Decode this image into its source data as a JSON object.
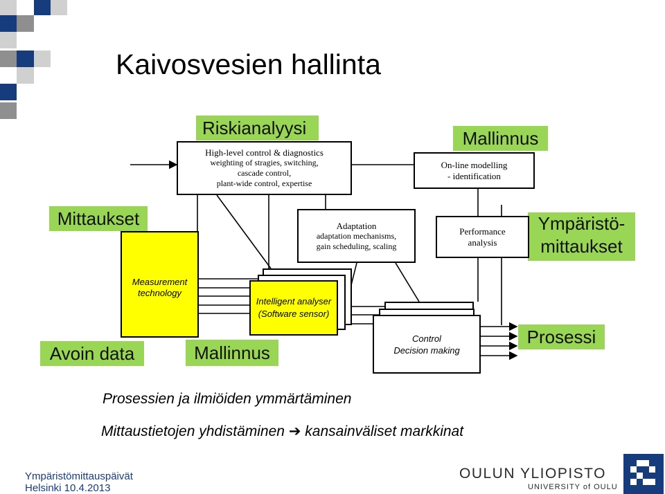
{
  "title": "Kaivosvesien hallinta",
  "labels": {
    "riskianalyysi": "Riskianalyysi",
    "mallinnus_top": "Mallinnus",
    "mittaukset": "Mittaukset",
    "ymparisto": [
      "Ympäristö-",
      "mittaukset"
    ],
    "avoin_data": "Avoin data",
    "mallinnus_bottom": "Mallinnus",
    "prosessi": "Prosessi"
  },
  "boxes": {
    "high_level": [
      "High-level control & diagnostics",
      "weighting of stragies, switching,",
      "cascade control,",
      "plant-wide control,  expertise"
    ],
    "online": [
      "On-line modelling",
      "- identification"
    ],
    "adaptation": [
      "Adaptation",
      "adaptation mechanisms,",
      "gain scheduling, scaling"
    ],
    "performance": [
      "Performance",
      "analysis"
    ],
    "measurement": [
      "Measurement",
      "technology"
    ],
    "analyser": [
      "Intelligent analyser",
      "(Software sensor)"
    ],
    "control": [
      "Control",
      "Decision making"
    ]
  },
  "analyser_stack_partial": "r",
  "notes": {
    "line1": "Prosessien ja ilmiöiden ymmärtäminen",
    "line2_a": "Mittaustietojen yhdistäminen",
    "arrow": "➔",
    "line2_b": "kansainväliset markkinat"
  },
  "footer": {
    "event": "Ympäristömittauspäivät",
    "place_date": "Helsinki 10.4.2013",
    "university": "OULUN YLIOPISTO",
    "university_sub": "UNIVERSITY of OULU"
  },
  "colors": {
    "green_label": "#9ad655",
    "yellow_box": "#ffff00",
    "brand_blue": "#173c7e"
  }
}
